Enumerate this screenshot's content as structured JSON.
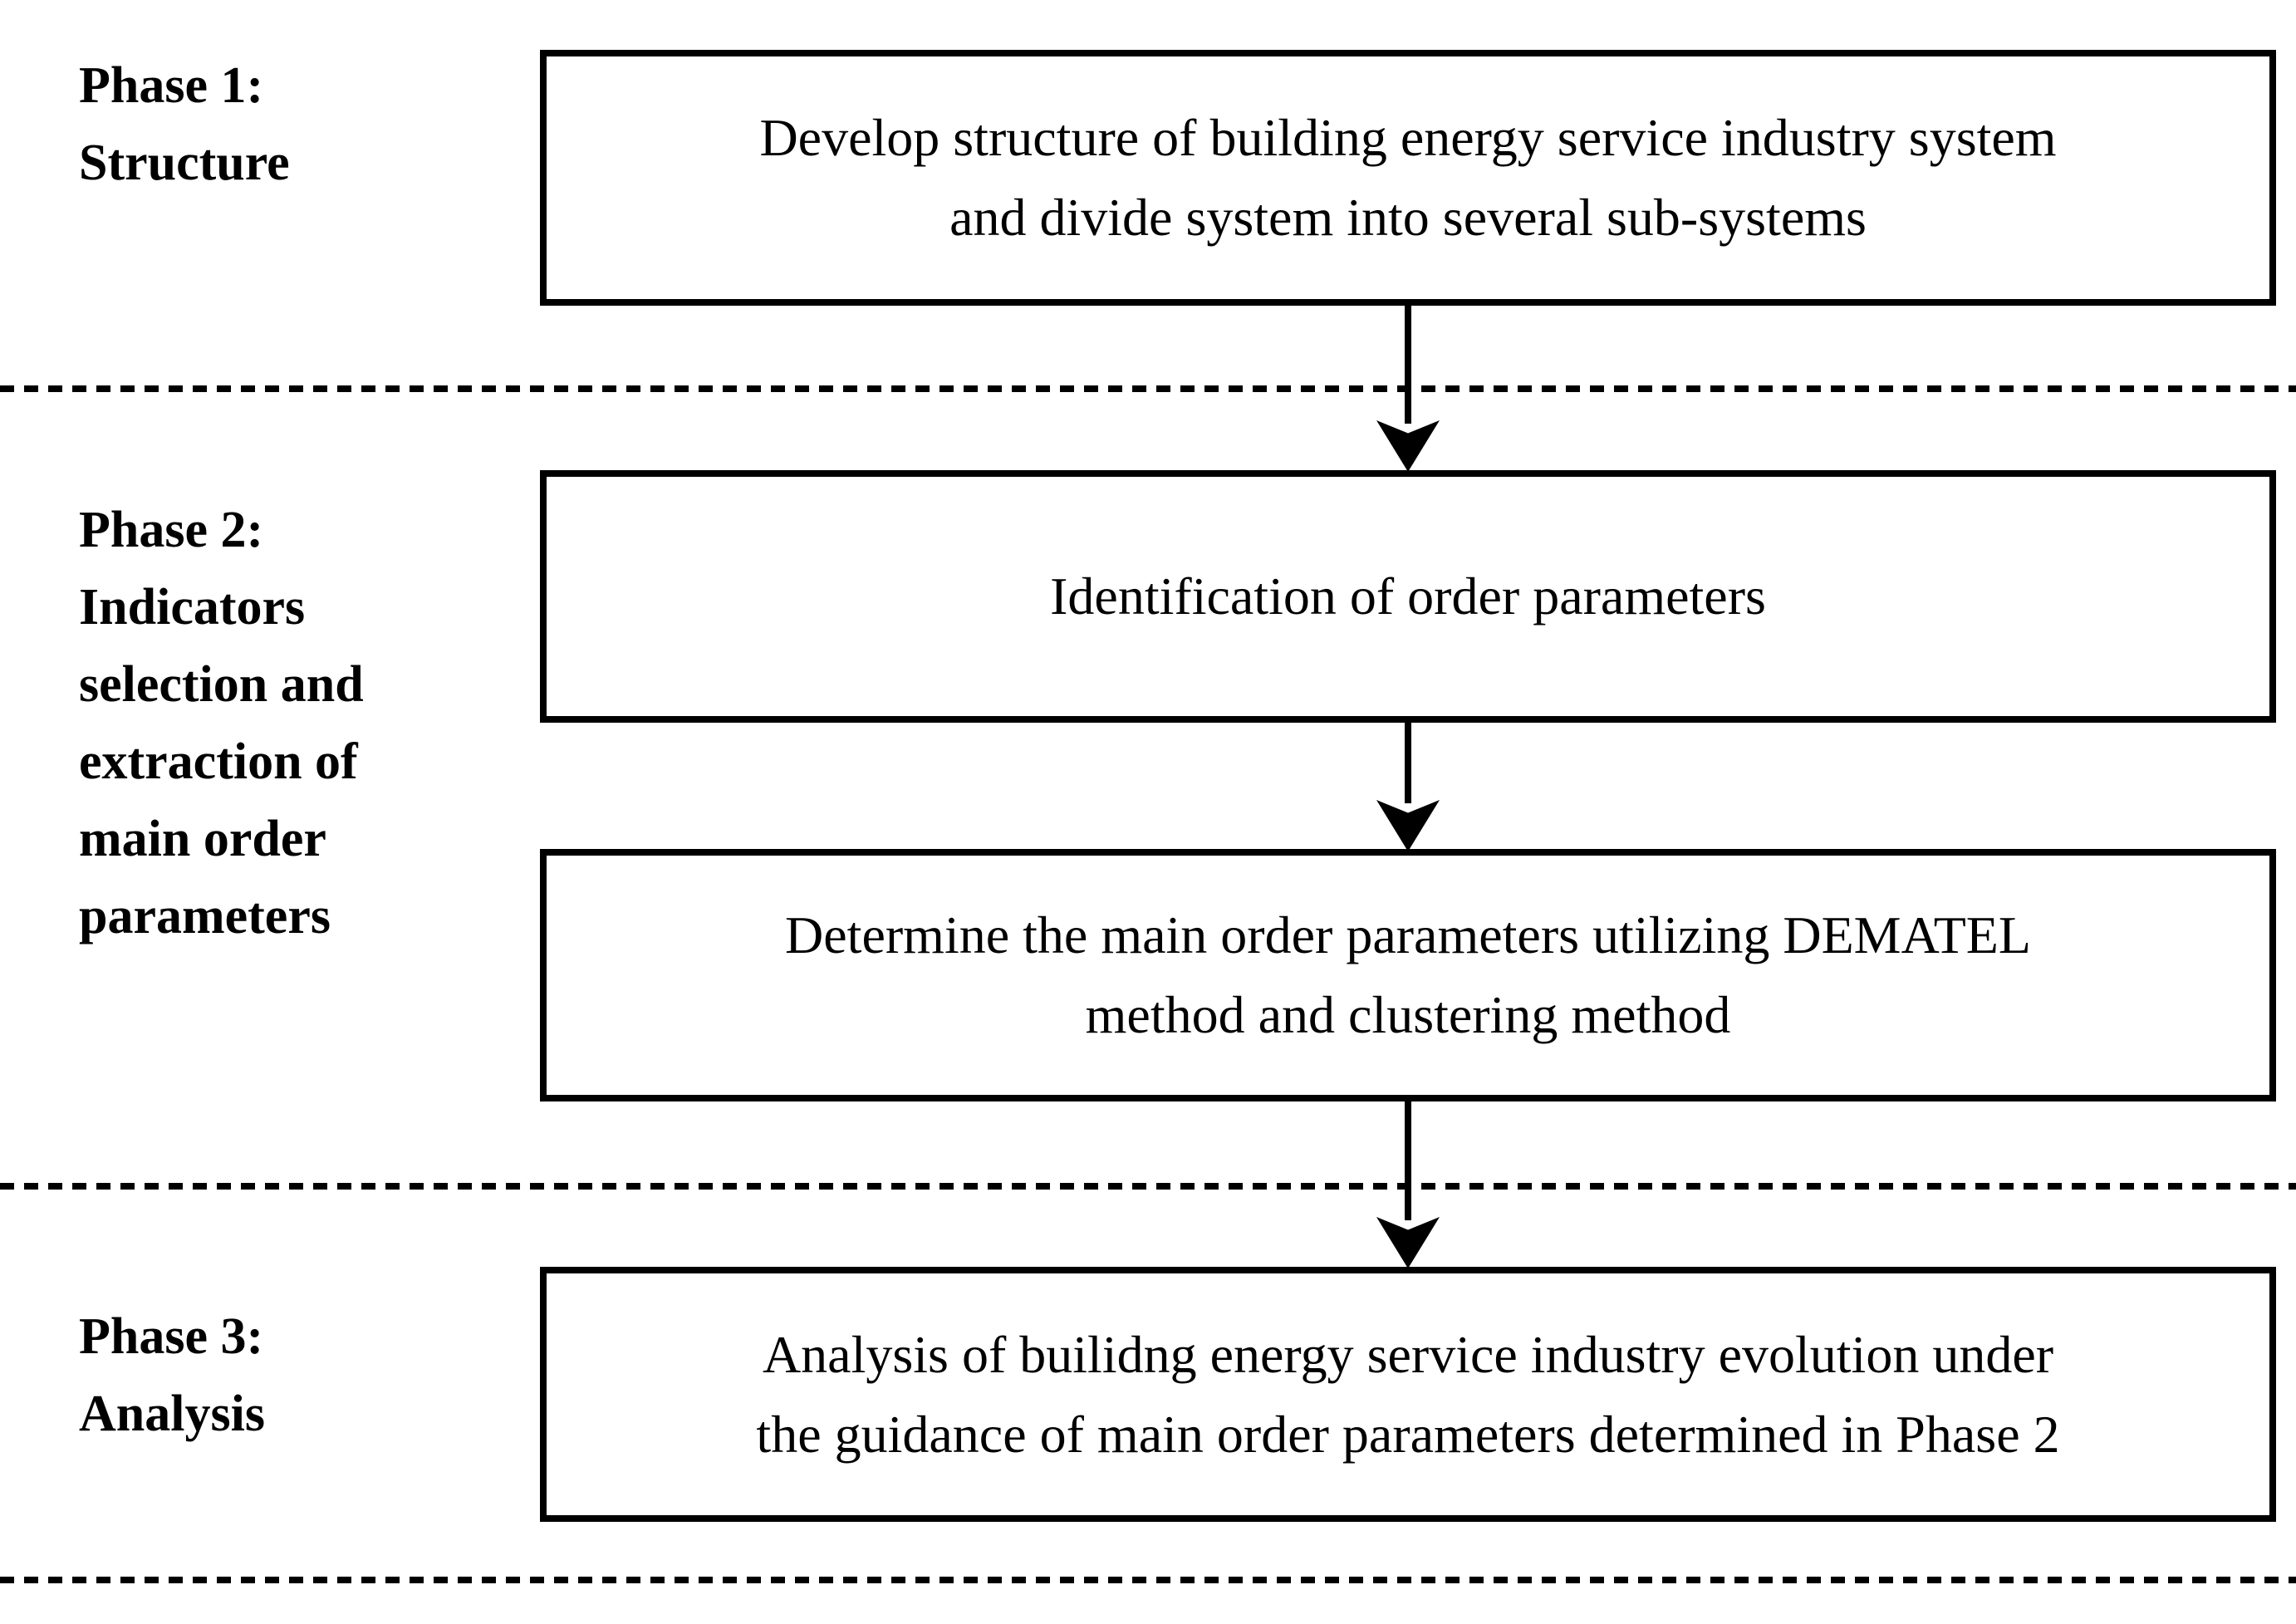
{
  "figure": {
    "background_color": "#ffffff",
    "ink_color": "#000000",
    "phases": [
      {
        "label": "Phase 1:\nStructure"
      },
      {
        "label": "Phase 2:\nIndicators\nselection and\nextraction of\nmain order\nparameters"
      },
      {
        "label": "Phase 3:\nAnalysis"
      }
    ],
    "boxes": [
      {
        "text": "Develop structure of building energy service industry system\nand divide system into several sub-systems"
      },
      {
        "text": "Identification of order parameters"
      },
      {
        "text": "Determine the main order parameters utilizing DEMATEL\nmethod and clustering method"
      },
      {
        "text": "Analysis of builidng energy service industry evolution under\nthe guidance of main order parameters determined in Phase 2"
      }
    ]
  }
}
